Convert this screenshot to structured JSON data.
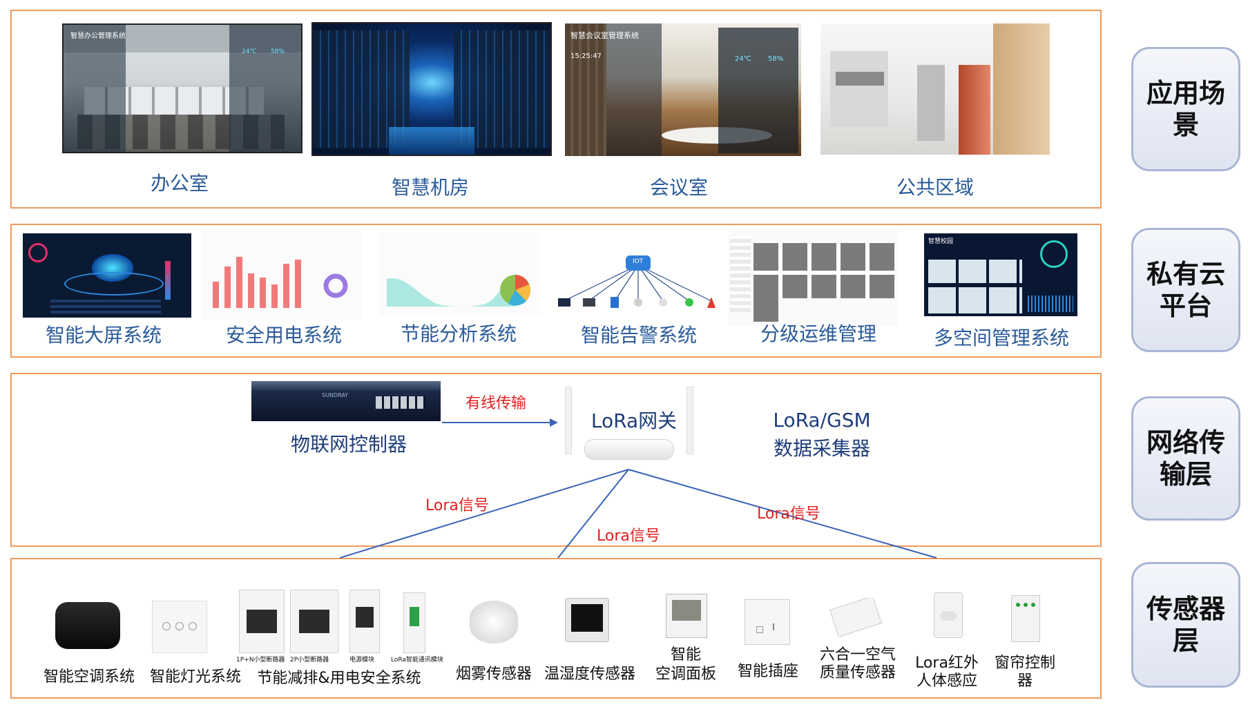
{
  "layers": [
    {
      "label_l1": "应用场",
      "label_l2": "景"
    },
    {
      "label_l1": "私有云",
      "label_l2": "平台"
    },
    {
      "label_l1": "网络传",
      "label_l2": "输层"
    },
    {
      "label_l1": "传感器",
      "label_l2": "层"
    }
  ],
  "scenes": [
    {
      "label": "办公室"
    },
    {
      "label": "智慧机房"
    },
    {
      "label": "会议室"
    },
    {
      "label": "公共区域"
    }
  ],
  "scene_screens": {
    "office_title": "智慧办公管理系统",
    "meeting_title": "智慧会议室管理系统",
    "meeting_time": "15:25:47",
    "temp": "24℃",
    "humidity": "58%"
  },
  "platform_systems": [
    {
      "label": "智能大屏系统"
    },
    {
      "label": "安全用电系统"
    },
    {
      "label": "节能分析系统"
    },
    {
      "label": "智能告警系统"
    },
    {
      "label": "分级运维管理"
    },
    {
      "label": "多空间管理系统"
    }
  ],
  "alarm_diagram": {
    "center": "IOT"
  },
  "multi_space_title": "智慧校园",
  "network": {
    "controller_label": "物联网控制器",
    "controller_brand": "SUNDRAY",
    "wired_label": "有线传输",
    "gateway_label": "LoRa网关",
    "collector_l1": "LoRa/GSM",
    "collector_l2": "数据采集器",
    "lora_signal_1": "Lora信号",
    "lora_signal_2": "Lora信号",
    "lora_signal_3": "Lora信号"
  },
  "sensors": {
    "ac_system": "智能空调系统",
    "light_system": "智能灯光系统",
    "energy_system": "节能减排&用电安全系统",
    "breaker_1p": "1P+N小型断路器",
    "breaker_2p": "2P小型断路器",
    "power_module": "电源模块",
    "lora_module": "LoRa智能通讯模块",
    "smoke": "烟雾传感器",
    "temp_humidity": "温湿度传感器",
    "ac_panel_l1": "智能",
    "ac_panel_l2": "空调面板",
    "socket": "智能插座",
    "air_l1": "六合一空气",
    "air_l2": "质量传感器",
    "ir_l1": "Lora红外",
    "ir_l2": "人体感应",
    "curtain_l1": "窗帘控制",
    "curtain_l2": "器"
  },
  "colors": {
    "panel_border": "#ef9a5a",
    "caption": "#2a5a9a",
    "signal_text": "#e02020",
    "line": "#3a63b8"
  }
}
